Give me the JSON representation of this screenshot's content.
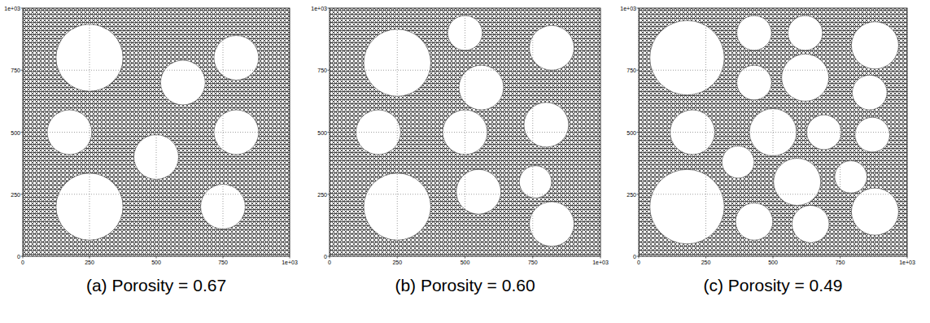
{
  "diagram": {
    "labels": [
      "1e+03",
      "750",
      "500",
      "250",
      "0",
      "0",
      "250",
      "500",
      "750",
      "1e+03",
      "(a) Porosity = 0.67",
      "1e+03",
      "750",
      "500",
      "250",
      "0",
      "0",
      "250",
      "500",
      "750",
      "1e+03",
      "(b) Porosity = 0.60",
      "1e+03",
      "750",
      "500",
      "250",
      "0",
      "0",
      "250",
      "500",
      "750",
      "1e+03",
      "(c) Porosity = 0.49"
    ]
  }
}
